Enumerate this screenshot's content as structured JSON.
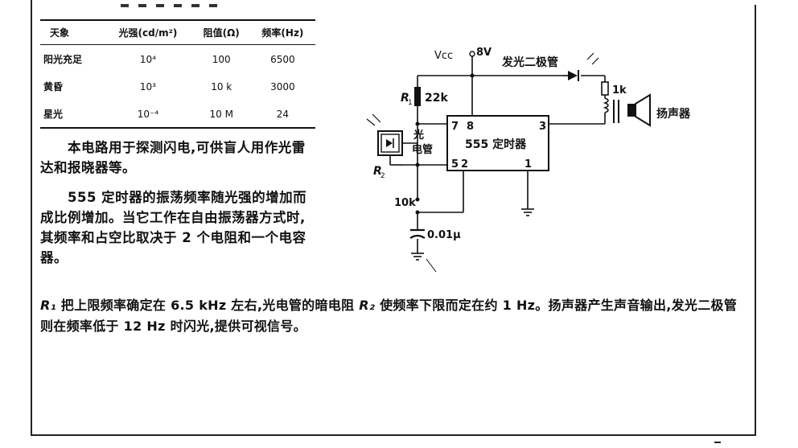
{
  "table": {
    "headers": [
      "天象",
      "光强(cd/m²)",
      "阻值(Ω)",
      "频率(Hz)"
    ],
    "rows": [
      {
        "condition": "阳光充足",
        "intensity": "10⁴",
        "resistance": "100",
        "frequency": "6500"
      },
      {
        "condition": "黄昏",
        "intensity": "10³",
        "resistance": "10 k",
        "frequency": "3000"
      },
      {
        "condition": "星光",
        "intensity": "10⁻⁴",
        "resistance": "10 M",
        "frequency": "24"
      }
    ]
  },
  "paragraphs": {
    "p1": "本电路用于探测闪电,可供盲人用作光雷达和报晓器等。",
    "p2": "555 定时器的振荡频率随光强的增加而成比例增加。当它工作在自由振荡器方式时,其频率和占空比取决于 2 个电阻和一个电容器。",
    "p3_r1": "R₁",
    "p3_mid": " 把上限频率确定在 6.5 kHz 左右,光电管的暗电阻 ",
    "p3_r2": "R₂",
    "p3_end": " 使频率下限而定在约 1 Hz。扬声器产生声音输出,发光二极管则在频率低于 12 Hz 时闪光,提供可视信号。"
  },
  "circuit": {
    "vcc_label": "Vcc",
    "vcc_value": "8V",
    "led_label": "发光二极管",
    "r1_label": "R",
    "r1_sub": "1",
    "r1_value": "22k",
    "photocell_label_1": "光",
    "photocell_label_2": "电管",
    "r2_label": "R",
    "r2_sub": "2",
    "timer_label": "555 定时器",
    "pin_7": "7",
    "pin_8": "8",
    "pin_3": "3",
    "pin_5": "5",
    "pin_2": "2",
    "pin_1": "1",
    "r_10k": "10k",
    "cap_value": "0.01μ",
    "inductor_value": "1k",
    "speaker_label": "扬声器"
  }
}
